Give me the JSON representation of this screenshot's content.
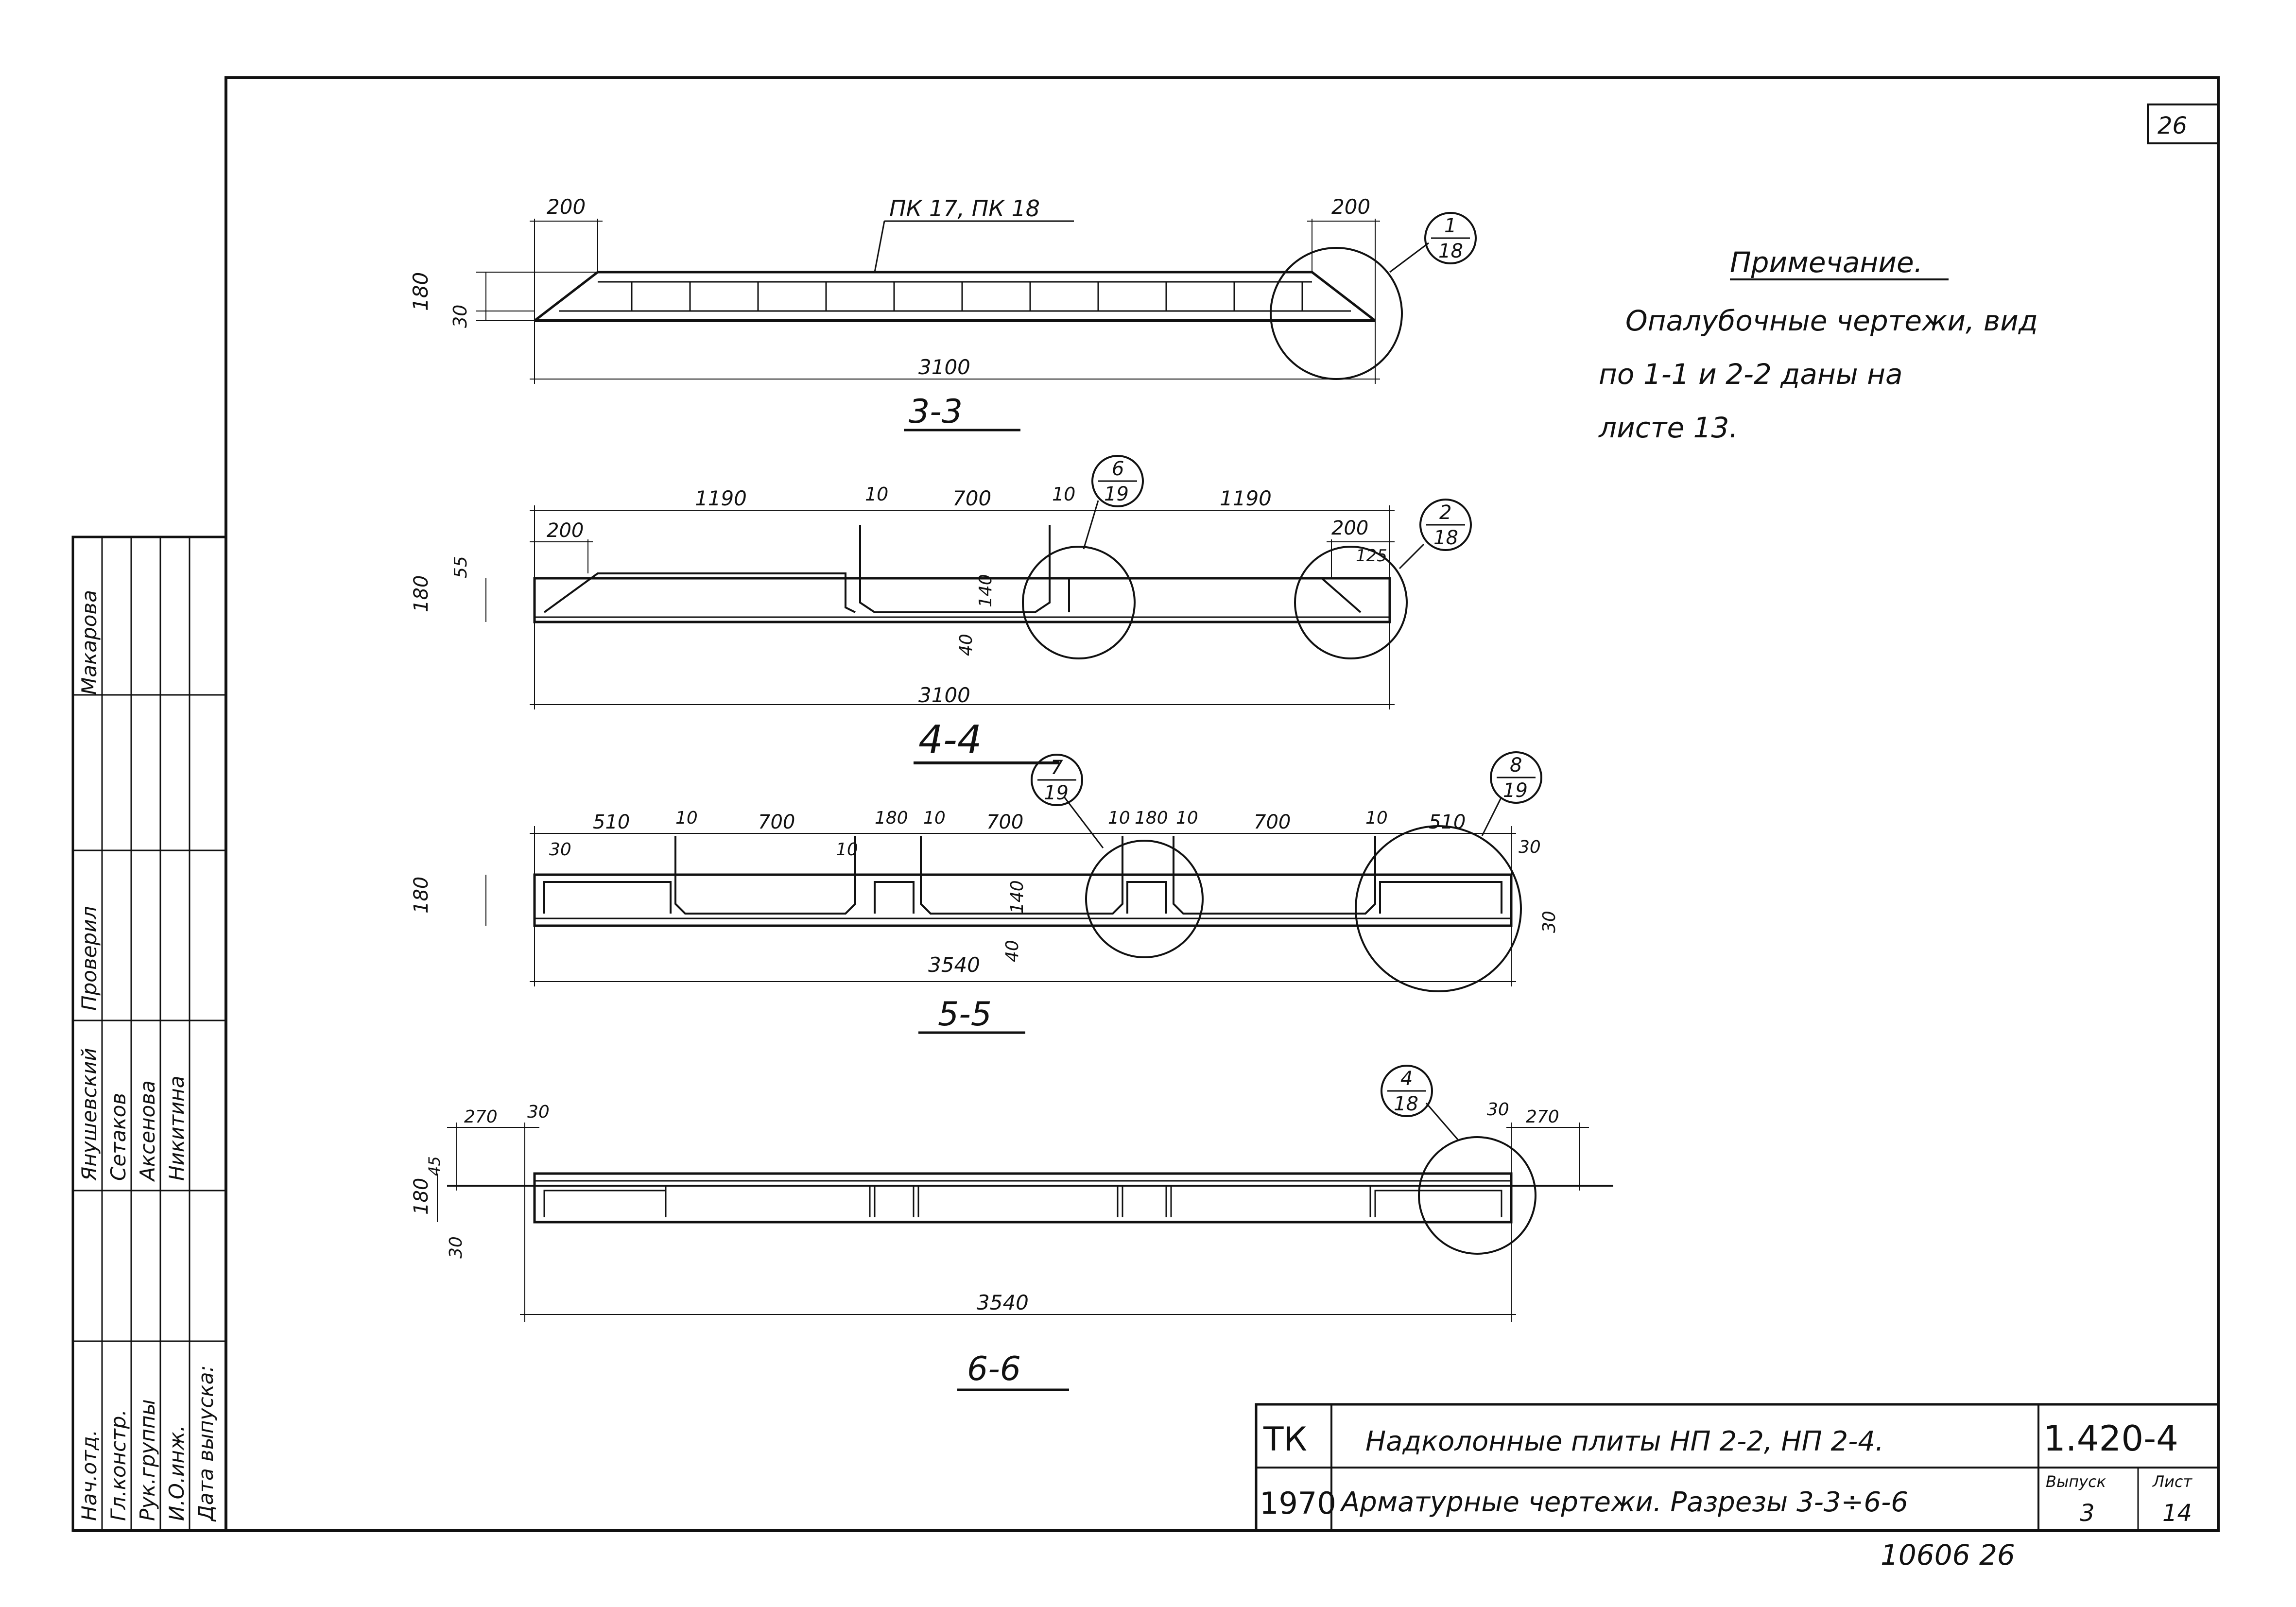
{
  "sheet_number": "26",
  "note": {
    "title": "Примечание.",
    "lines": [
      "Опалубочные чертежи, вид",
      "по 1-1 и 2-2 даны на",
      "листе 13."
    ]
  },
  "sections": {
    "s33": {
      "title": "3-3",
      "label": "ПК 17, ПК 18",
      "dims": {
        "left": "200",
        "right": "200",
        "height": "180",
        "thick": "30",
        "total": "3100"
      },
      "callout": {
        "num": "1",
        "den": "18"
      }
    },
    "s44": {
      "title": "4-4",
      "dims": {
        "d1": "1190",
        "d2": "10",
        "d3": "700",
        "d4": "10",
        "d5": "1190",
        "left": "200",
        "right": "200",
        "h": "180",
        "h55": "55",
        "h140": "140",
        "h40": "40",
        "h125": "125",
        "total": "3100"
      },
      "callout1": {
        "num": "6",
        "den": "19"
      },
      "callout2": {
        "num": "2",
        "den": "18"
      }
    },
    "s55": {
      "title": "5-5",
      "dims": {
        "a": "510",
        "b": "10",
        "c": "700",
        "d": "10",
        "e": "180",
        "f": "10",
        "g": "700",
        "h": "10",
        "i": "180",
        "j": "10",
        "k": "700",
        "l": "10",
        "m": "510",
        "left30": "30",
        "right30": "30",
        "h180": "180",
        "h140": "140",
        "h40": "40",
        "r30": "30",
        "total": "3540"
      },
      "callout1": {
        "num": "7",
        "den": "19"
      },
      "callout2": {
        "num": "8",
        "den": "19"
      }
    },
    "s66": {
      "title": "6-6",
      "dims": {
        "l270": "270",
        "l30": "30",
        "r30": "30",
        "r270": "270",
        "h45": "45",
        "h180": "180",
        "h30": "30",
        "total": "3540"
      },
      "callout": {
        "num": "4",
        "den": "18"
      }
    }
  },
  "stamp": {
    "org": "ТК",
    "year": "1970",
    "title1": "Надколонные плиты НП 2-2, НП 2-4.",
    "title2": "Арматурные чертежи. Разрезы 3-3÷6-6",
    "code": "1.420-4",
    "issue_label": "Выпуск",
    "issue": "3",
    "sheet_label": "Лист",
    "sheet": "14"
  },
  "footer": "10606  26",
  "side_table": {
    "rows": [
      {
        "role": "Нач.отд.",
        "name": "Янушевский"
      },
      {
        "role": "Гл.констр.",
        "name": "Сетаков"
      },
      {
        "role": "Рук.группы",
        "name": "Аксенова"
      },
      {
        "role": "И.О.инж.",
        "name": "Никитина"
      },
      {
        "role": "Дата выпуска:",
        "name": ""
      }
    ],
    "checked_label": "Проверил",
    "checked_by": "Макарова"
  }
}
